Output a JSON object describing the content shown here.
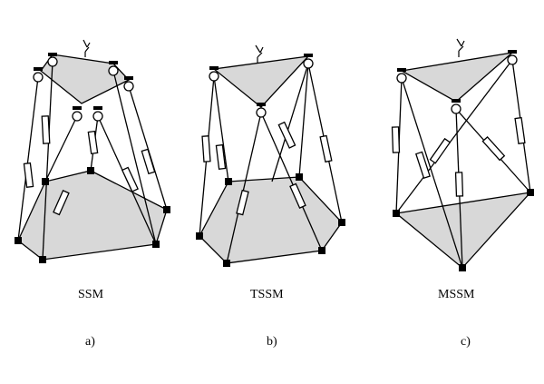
{
  "diagrams": [
    {
      "name": "SSM",
      "sub": "a)"
    },
    {
      "name": "TSSM",
      "sub": "b)"
    },
    {
      "name": "MSSM",
      "sub": "c)"
    }
  ],
  "colors": {
    "platform_fill": "#d8d8d8",
    "stroke": "#000000",
    "background": "#ffffff"
  }
}
